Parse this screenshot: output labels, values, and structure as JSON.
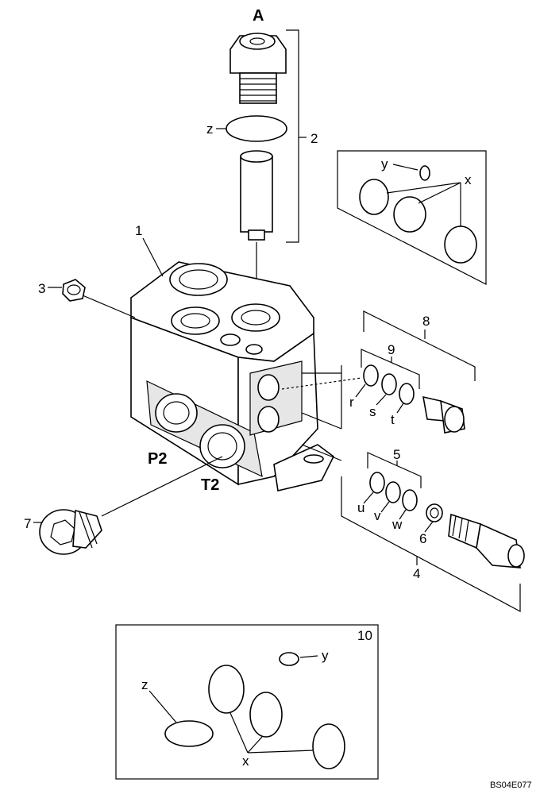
{
  "labels": {
    "view_a": "A",
    "p1": "1",
    "p2": "2",
    "p3": "3",
    "p4": "4",
    "p5": "5",
    "p6": "6",
    "p7": "7",
    "p8": "8",
    "p9": "9",
    "p10": "10",
    "z_top": "z",
    "y_top": "y",
    "x_top": "x",
    "r": "r",
    "s": "s",
    "t": "t",
    "u": "u",
    "v": "v",
    "w": "w",
    "port_p2": "P2",
    "port_t2": "T2",
    "y_box": "y",
    "z_box": "z",
    "x_box": "x",
    "drawing_code": "BS04E077"
  }
}
